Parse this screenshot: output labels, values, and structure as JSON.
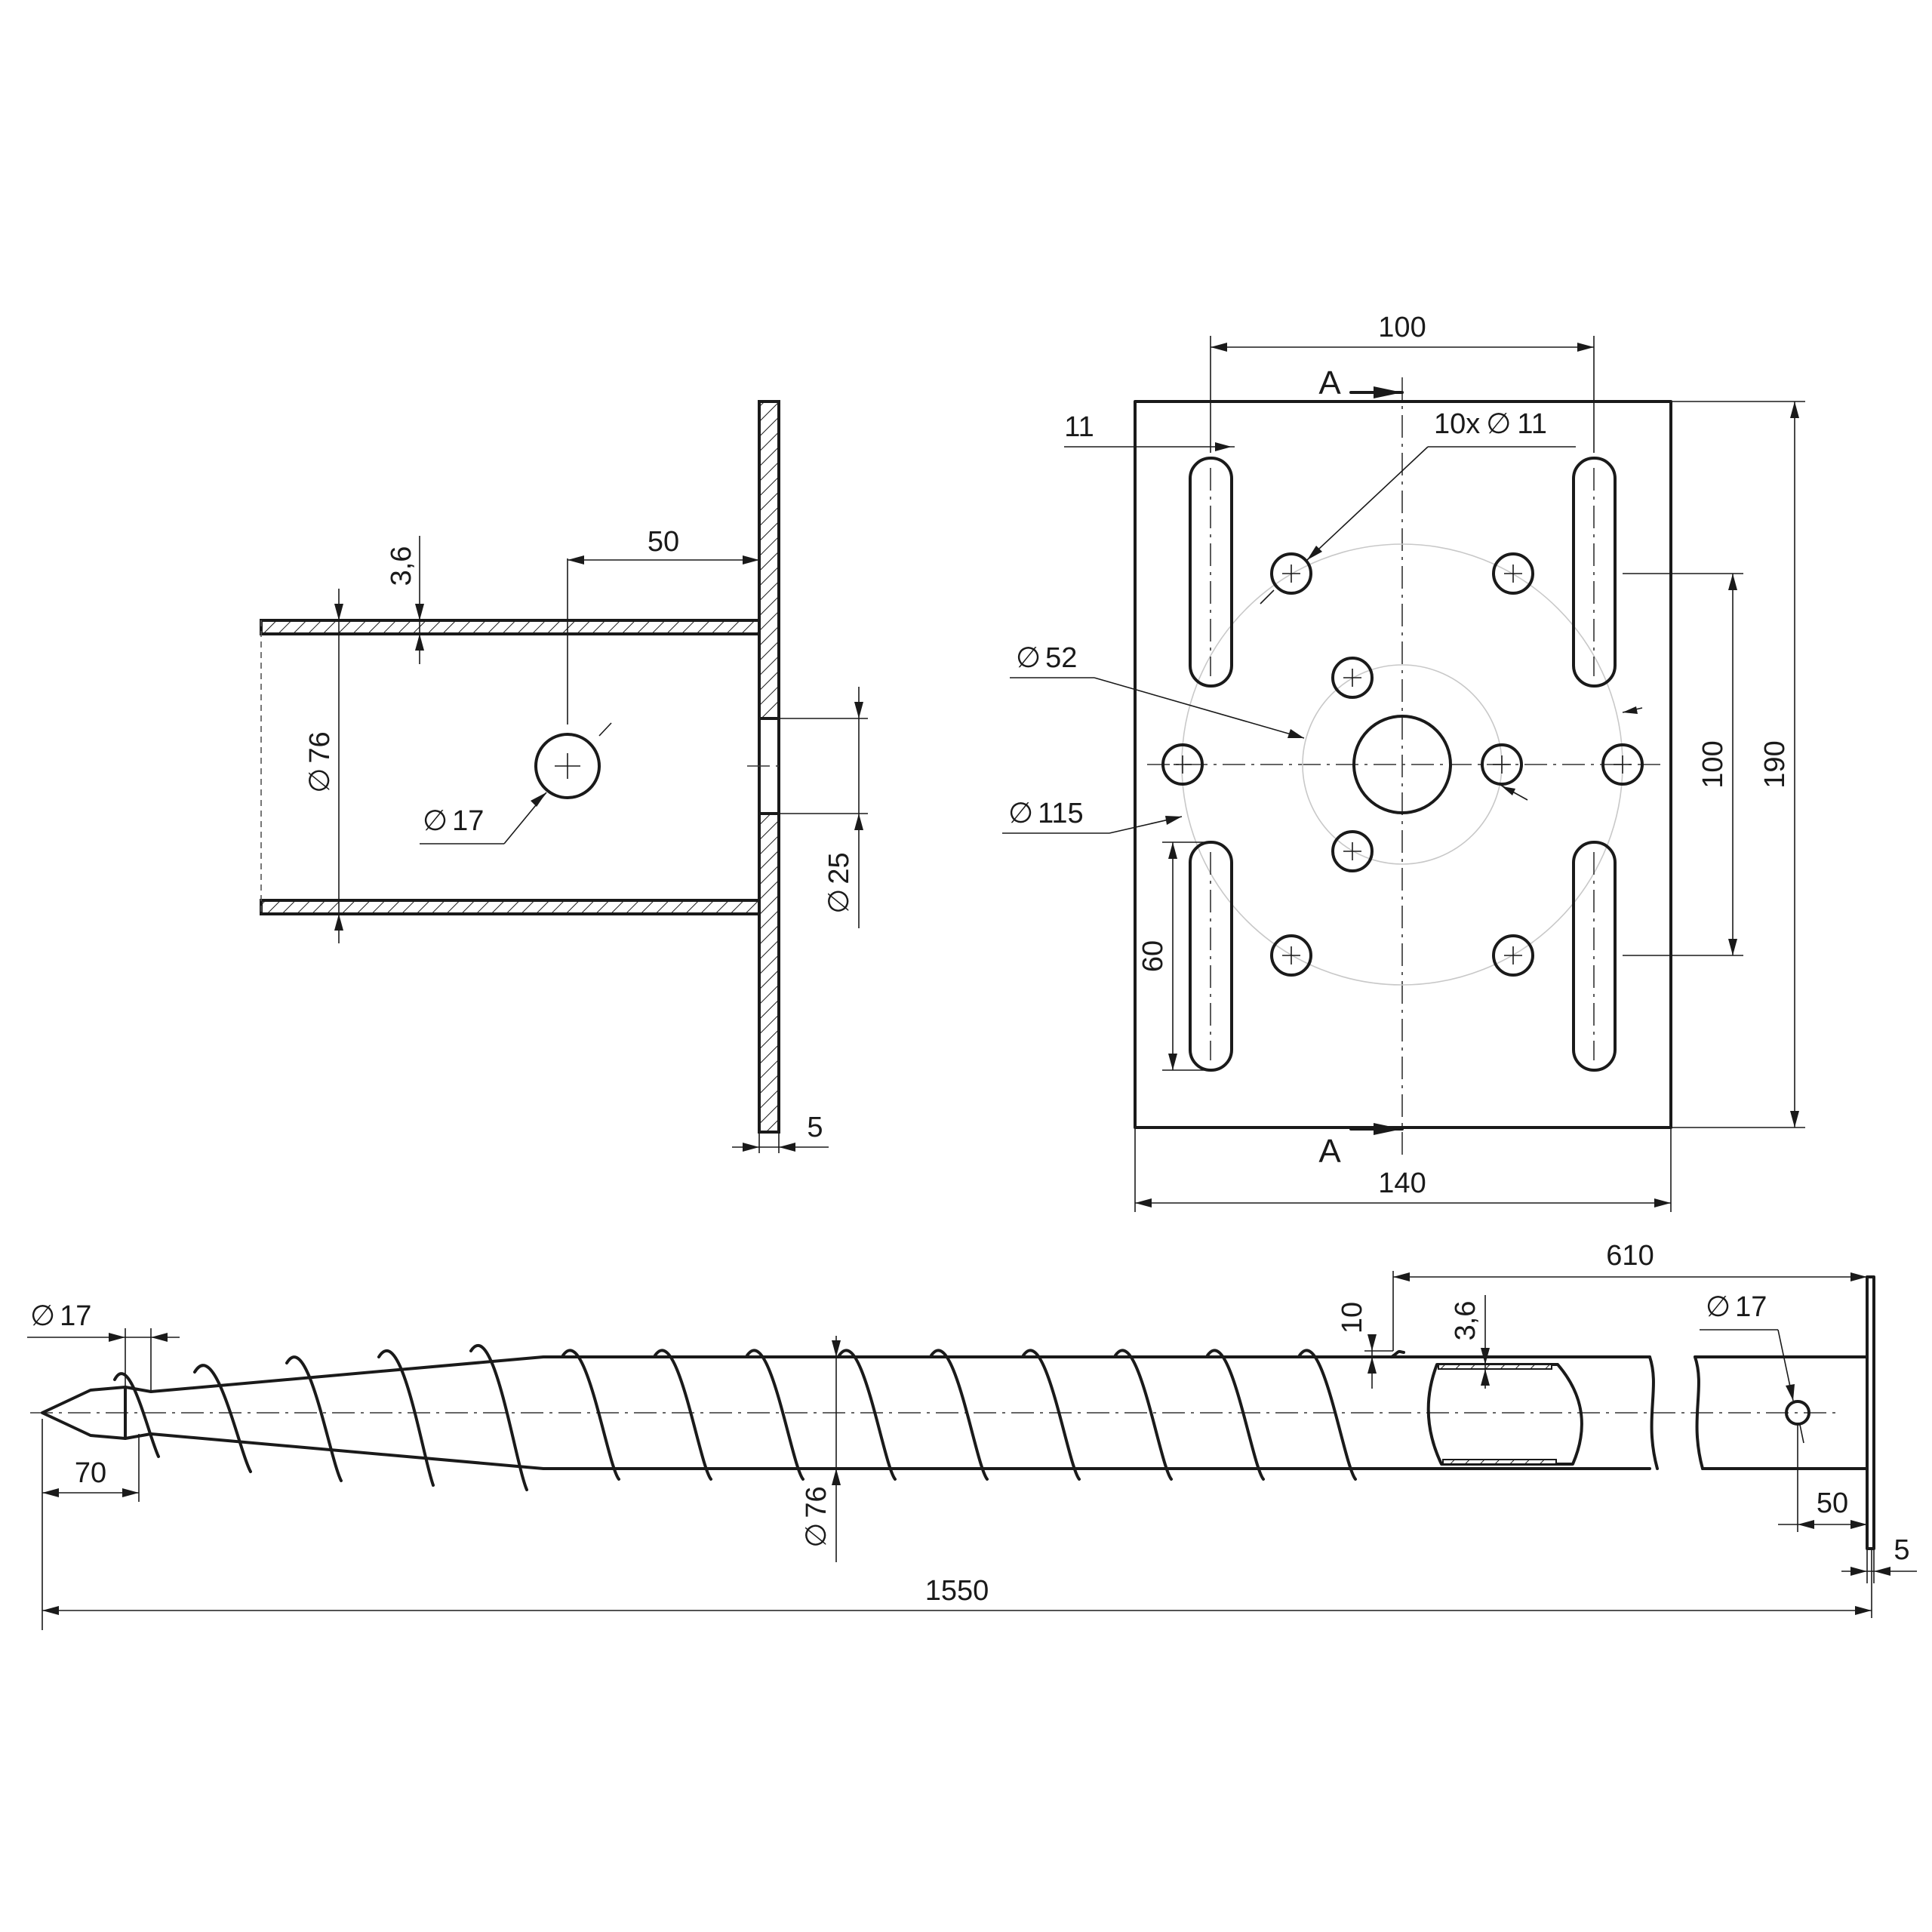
{
  "side_view": {
    "dim_50": "50",
    "dim_3_6": "3,6",
    "dim_phi76": "76",
    "dim_phi17": "17",
    "dim_phi25": "25",
    "dim_5": "5"
  },
  "plate_view": {
    "dim_100_top": "100",
    "dim_11": "11",
    "holes_label": "10x",
    "holes_dia": "11",
    "dim_phi52": "52",
    "dim_phi115": "115",
    "dim_100_right": "100",
    "dim_190": "190",
    "dim_60": "60",
    "dim_140": "140",
    "section_top": "A",
    "section_bottom": "A"
  },
  "screw_view": {
    "dim_phi17_tip": "17",
    "dim_70": "70",
    "dim_phi76": "76",
    "dim_10": "10",
    "dim_3_6": "3,6",
    "dim_610": "610",
    "dim_phi17_hole": "17",
    "dim_50": "50",
    "dim_5": "5",
    "dim_1550": "1550"
  },
  "symbols": {
    "diameter": "∅"
  }
}
